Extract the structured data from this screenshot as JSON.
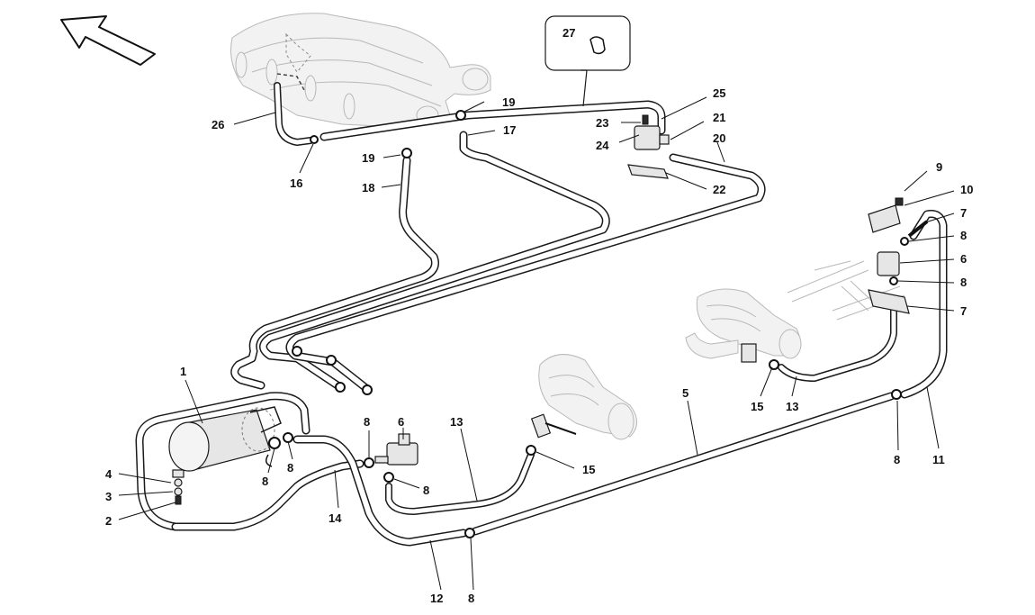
{
  "diagram": {
    "callouts": [
      {
        "id": "c27",
        "text": "27"
      },
      {
        "id": "c25",
        "text": "25"
      },
      {
        "id": "c19a",
        "text": "19"
      },
      {
        "id": "c23",
        "text": "23"
      },
      {
        "id": "c21",
        "text": "21"
      },
      {
        "id": "c26",
        "text": "26"
      },
      {
        "id": "c17",
        "text": "17"
      },
      {
        "id": "c24",
        "text": "24"
      },
      {
        "id": "c20",
        "text": "20"
      },
      {
        "id": "c19b",
        "text": "19"
      },
      {
        "id": "c16",
        "text": "16"
      },
      {
        "id": "c22",
        "text": "22"
      },
      {
        "id": "c18",
        "text": "18"
      },
      {
        "id": "c9",
        "text": "9"
      },
      {
        "id": "c10",
        "text": "10"
      },
      {
        "id": "c7a",
        "text": "7"
      },
      {
        "id": "c8a",
        "text": "8"
      },
      {
        "id": "c6a",
        "text": "6"
      },
      {
        "id": "c8b",
        "text": "8"
      },
      {
        "id": "c7b",
        "text": "7"
      },
      {
        "id": "c1",
        "text": "1"
      },
      {
        "id": "c5",
        "text": "5"
      },
      {
        "id": "c15a",
        "text": "15"
      },
      {
        "id": "c13a",
        "text": "13"
      },
      {
        "id": "c8c",
        "text": "8"
      },
      {
        "id": "c6b",
        "text": "6"
      },
      {
        "id": "c13b",
        "text": "13"
      },
      {
        "id": "c4",
        "text": "4"
      },
      {
        "id": "c8d",
        "text": "8"
      },
      {
        "id": "c8e",
        "text": "8"
      },
      {
        "id": "c15b",
        "text": "15"
      },
      {
        "id": "c8f",
        "text": "8"
      },
      {
        "id": "c11",
        "text": "11"
      },
      {
        "id": "c3",
        "text": "3"
      },
      {
        "id": "c8g",
        "text": "8"
      },
      {
        "id": "c14",
        "text": "14"
      },
      {
        "id": "c2",
        "text": "2"
      },
      {
        "id": "c12",
        "text": "12"
      },
      {
        "id": "c8h",
        "text": "8"
      }
    ]
  }
}
